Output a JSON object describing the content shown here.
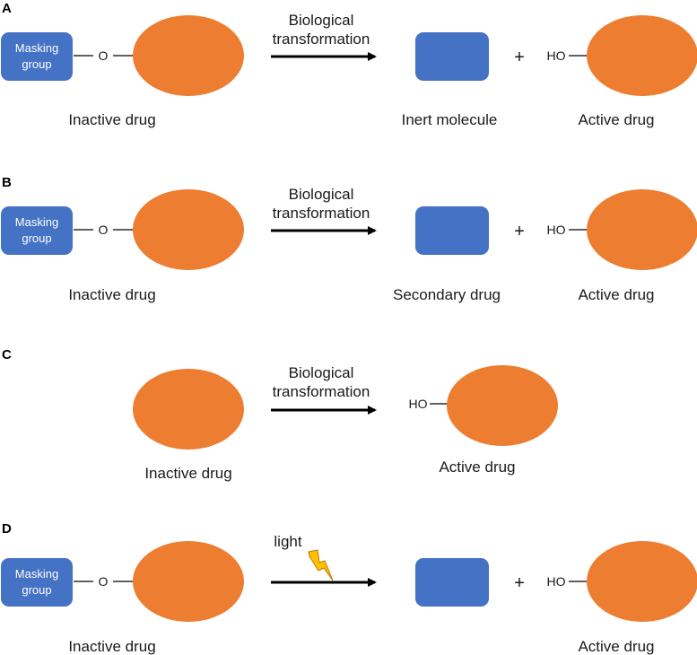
{
  "colors": {
    "drug": "#ED7D31",
    "masking": "#4472C4",
    "bolt": "#FFC000",
    "bolt_stroke": "#C07800"
  },
  "panels": {
    "a": {
      "letter": "A",
      "masking_line1": "Masking",
      "masking_line2": "group",
      "linker": "O",
      "arrow_line1": "Biological",
      "arrow_line2": "transformation",
      "plus": "+",
      "ho": "HO",
      "left_label": "Inactive drug",
      "mid_label": "Inert molecule",
      "right_label": "Active drug"
    },
    "b": {
      "letter": "B",
      "masking_line1": "Masking",
      "masking_line2": "group",
      "linker": "O",
      "arrow_line1": "Biological",
      "arrow_line2": "transformation",
      "plus": "+",
      "ho": "HO",
      "left_label": "Inactive drug",
      "mid_label": "Secondary drug",
      "right_label": "Active drug"
    },
    "c": {
      "letter": "C",
      "arrow_line1": "Biological",
      "arrow_line2": "transformation",
      "ho": "HO",
      "left_label": "Inactive drug",
      "right_label": "Active drug"
    },
    "d": {
      "letter": "D",
      "masking_line1": "Masking",
      "masking_line2": "group",
      "linker": "O",
      "arrow_label": "light",
      "bolt_icon": "lightning-bolt",
      "plus": "+",
      "ho": "HO",
      "left_label": "Inactive drug",
      "right_label": "Active drug"
    }
  }
}
